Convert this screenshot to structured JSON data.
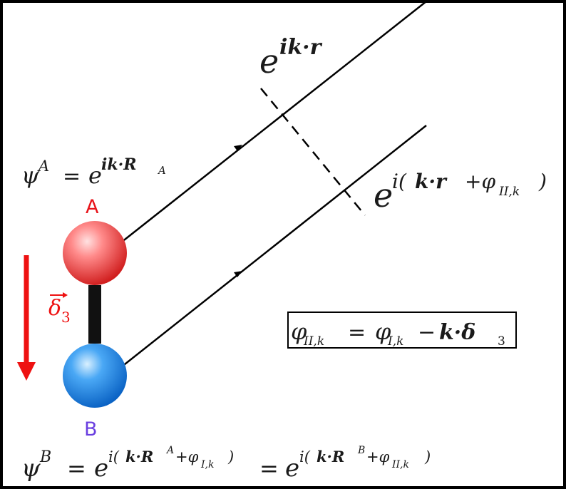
{
  "diagram": {
    "atoms": [
      {
        "label": "A",
        "color": "#e8131a"
      },
      {
        "label": "B",
        "color": "#6a3fe0"
      }
    ],
    "atom_colors": {
      "a_sphere": "#ef3b3b",
      "b_sphere": "#1f86e6"
    },
    "arrow_color": "#ee1111",
    "vector_label": {
      "symbol": "δ",
      "subscript": "3"
    },
    "psi_a": {
      "lhs": "ψ",
      "sup": "A",
      "eq": "=",
      "base": "e",
      "exp": "ik·R",
      "exp_sub": "A"
    },
    "plane_wave": {
      "base": "e",
      "exp": "ik·r"
    },
    "phase_wave": {
      "base": "e",
      "exp_open": "i(",
      "exp_bold": "k·r",
      "exp_plus": "+φ",
      "exp_sub": "II,k",
      "exp_close": ")"
    },
    "boxed_relation": {
      "lhs": "φ",
      "lhs_sub": "II,k",
      "eq": "=",
      "rhs1": "φ",
      "rhs1_sub": "I,k",
      "minus": "−",
      "dot_term": "k·δ",
      "dot_sub": "3"
    },
    "psi_b": {
      "lhs": "ψ",
      "sup": "B",
      "eq1": "=",
      "base1": "e",
      "exp1_open": "i(",
      "exp1_bold": "k·R",
      "exp1_sup": "A",
      "exp1_plus": "+φ",
      "exp1_sub": "I,k",
      "exp1_close": ")",
      "eq2": "=",
      "base2": "e",
      "exp2_open": "i(",
      "exp2_bold": "k·R",
      "exp2_sup": "B",
      "exp2_plus": "+φ",
      "exp2_sub": "II,k",
      "exp2_close": ")"
    }
  }
}
